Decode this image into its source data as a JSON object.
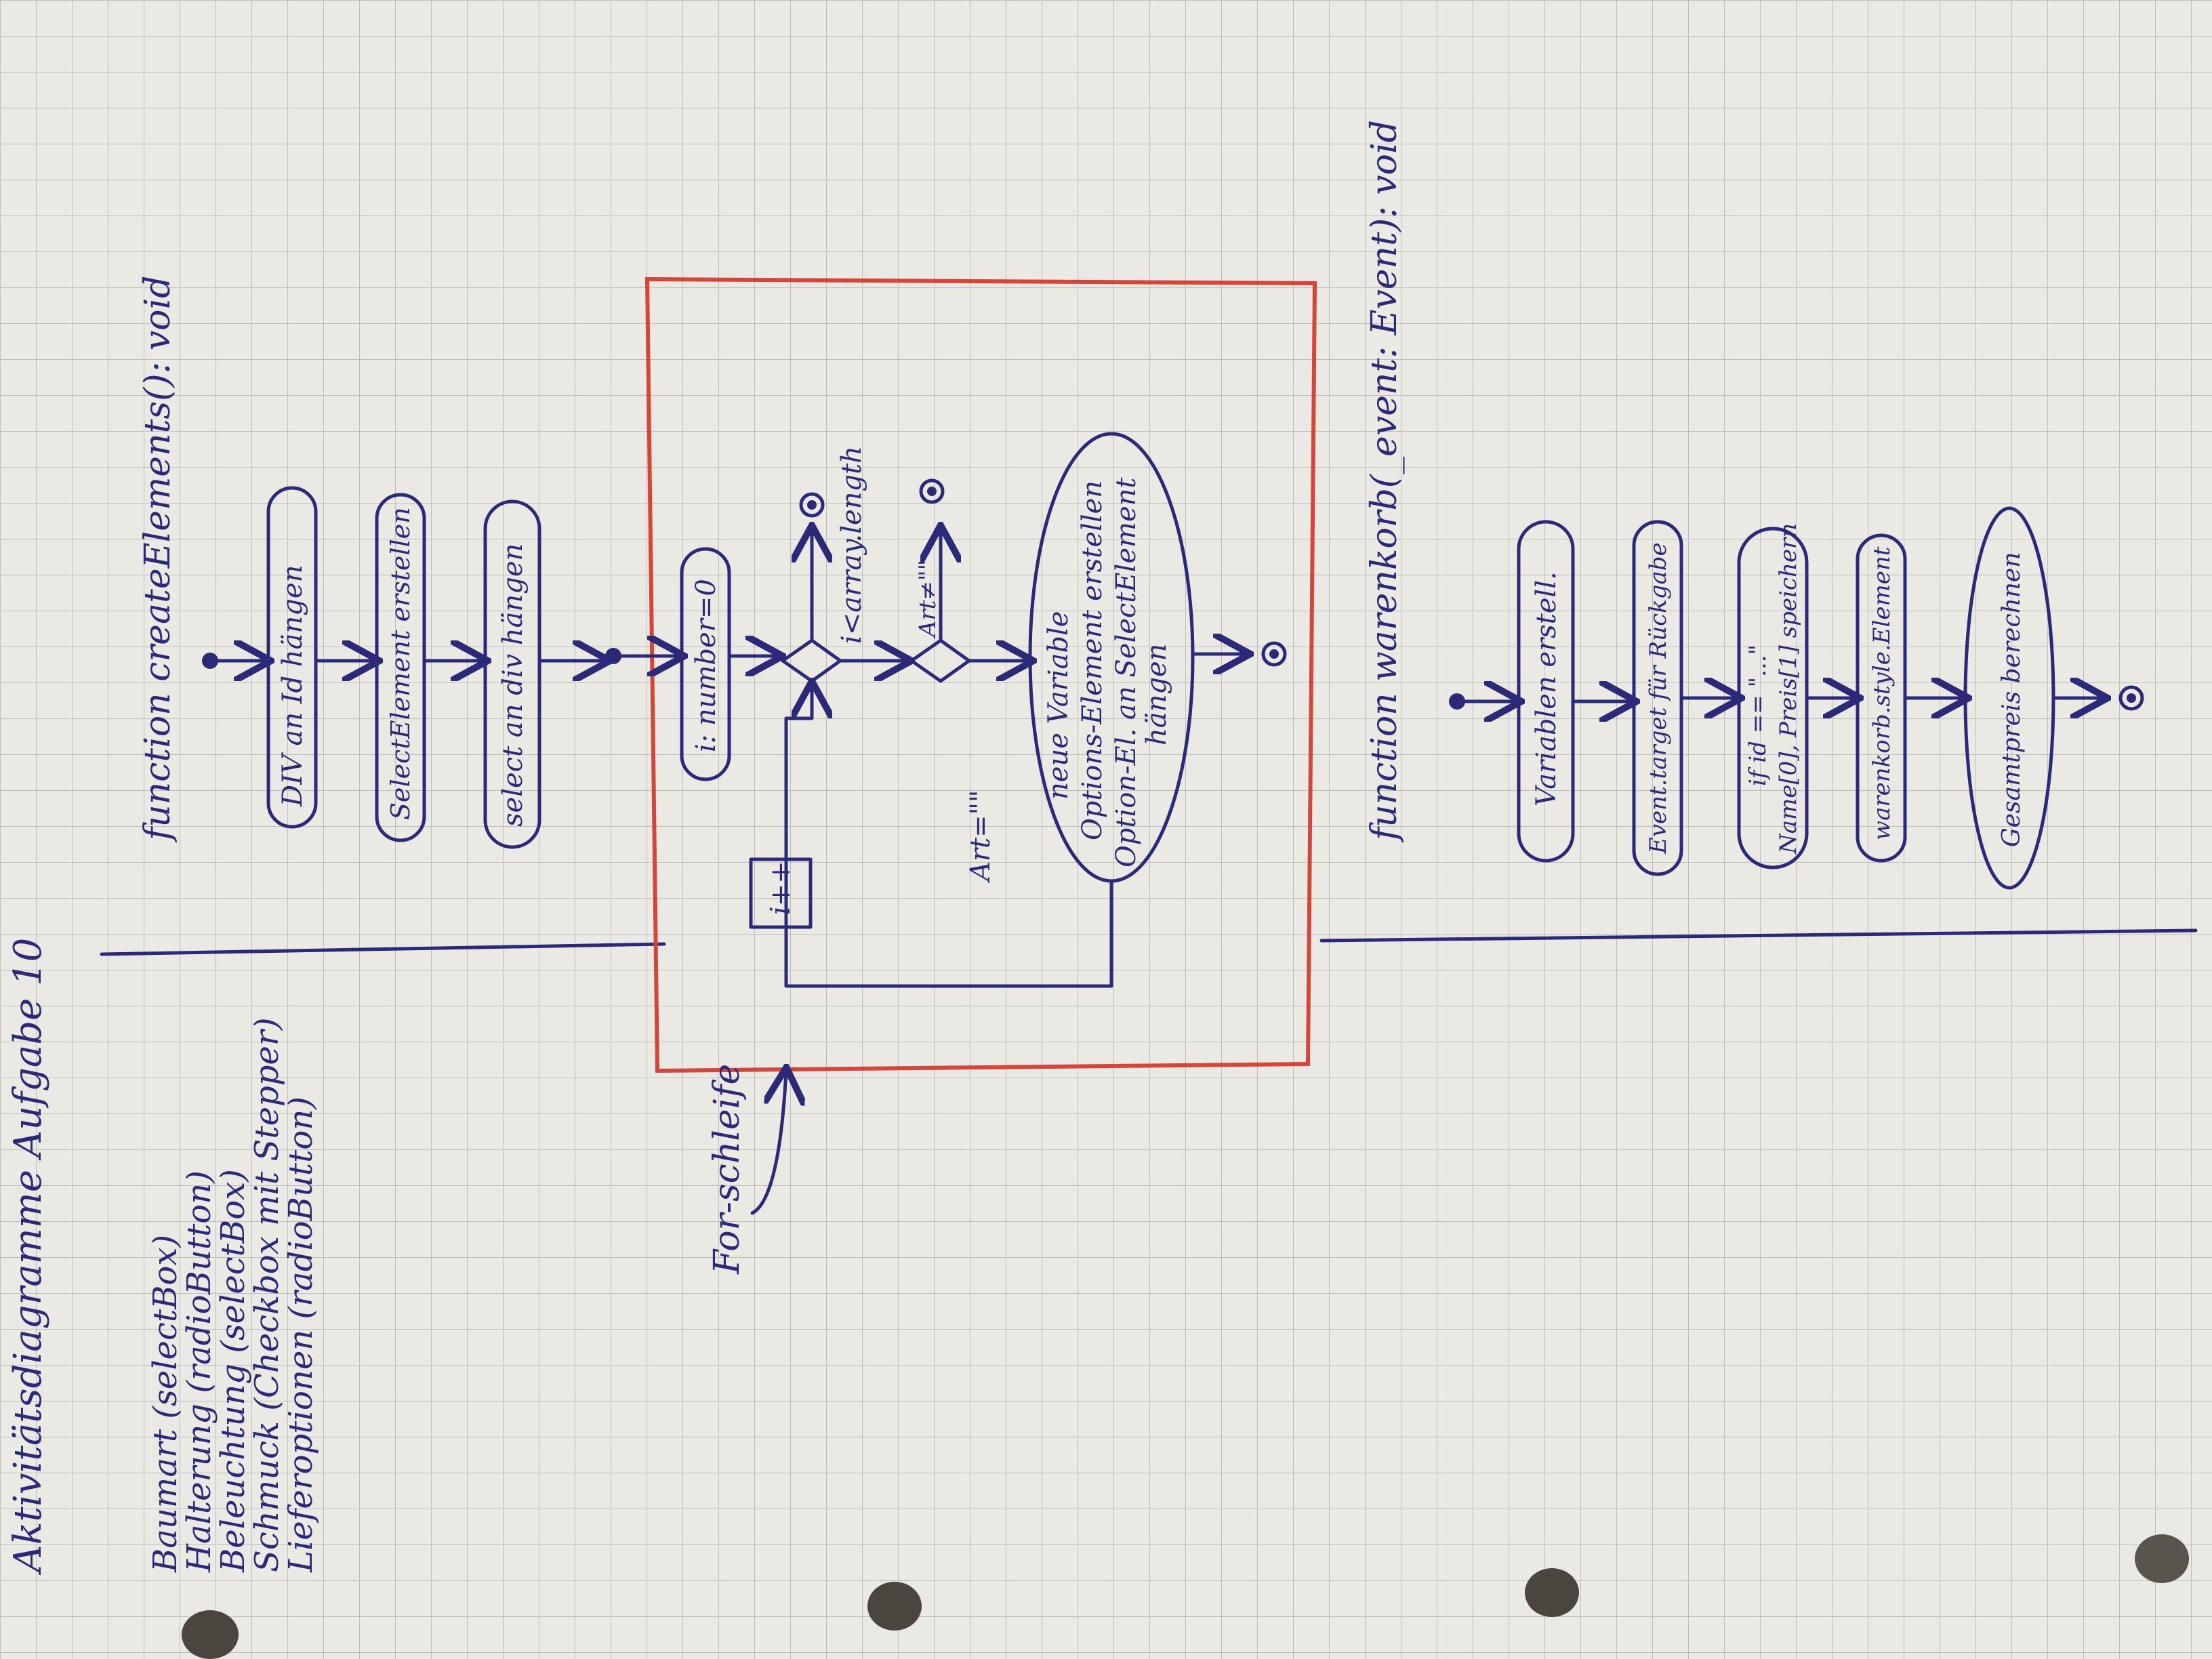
{
  "page": {
    "title": "Aktivitätsdiagramme Aufgabe 10",
    "list": [
      "Baumart (selectBox)",
      "Halterung (radioButton)",
      "Beleuchtung (selectBox)",
      "Schmuck (Checkbox mit Stepper)",
      "Lieferoptionen (radioButton)"
    ]
  },
  "func1": {
    "signature": "function createElements(): void",
    "nodes": [
      "DIV an Id hängen",
      "SelectElement erstellen",
      "select an div hängen"
    ],
    "loop_label": "For-schleife",
    "loop_init": "i: number=0",
    "loop_increment": "i++",
    "cond_exit": "i<array.length",
    "cond_art": "Art≠\"\"",
    "art_else": "Art=\"\"",
    "loop_body": [
      "neue Variable",
      "Options-Element erstellen",
      "Option-El. an SelectElement",
      "hängen"
    ]
  },
  "func2": {
    "signature": "function warenkorb(_event: Event): void",
    "nodes": [
      "Variablen erstell.",
      "Event.target für Rückgabe",
      "if id == \"...\"",
      "Name[0], Preis[1] speichern",
      "warenkorb.style.Element",
      "Gesamtpreis berechnen"
    ]
  },
  "colors": {
    "paper": "#ebe9e3",
    "grid": "#b9b9b6",
    "ink": "#2c2a78",
    "box": "#d6453a",
    "background": "#5a554c"
  }
}
